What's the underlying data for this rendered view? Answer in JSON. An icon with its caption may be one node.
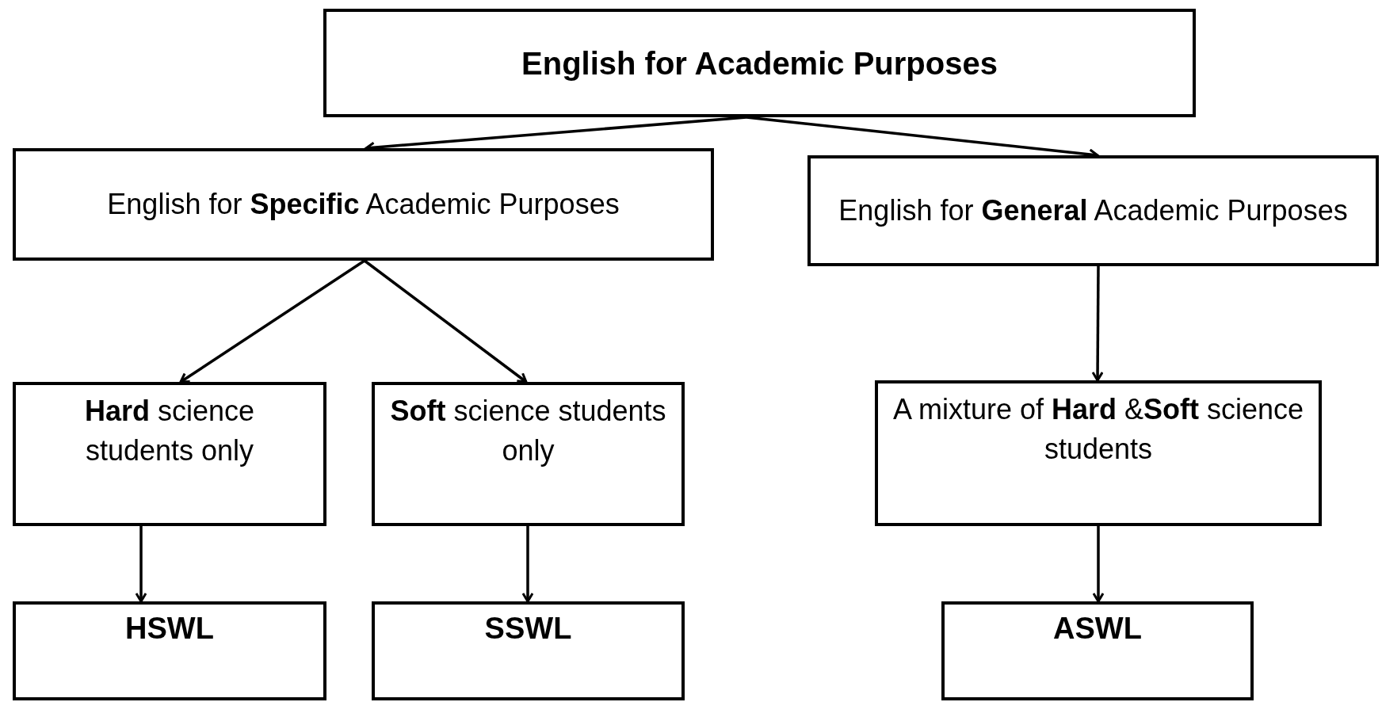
{
  "diagram": {
    "nodes": [
      {
        "text": [
          "English for Academic Purposes"
        ]
      },
      {
        "text": [
          "English for **Specific** Academic Purposes"
        ]
      },
      {
        "text": [
          "English for **General** Academic Purposes"
        ]
      },
      {
        "text": [
          "**Hard** science students only"
        ]
      },
      {
        "text": [
          "**Soft** science students only"
        ]
      },
      {
        "text": [
          "A mixture of **Hard** &**Soft** science students"
        ]
      },
      {
        "text": [
          "HSWL"
        ]
      },
      {
        "text": [
          "SSWL"
        ]
      },
      {
        "text": [
          "ASWL"
        ]
      }
    ],
    "edges": [
      {
        "from": 0,
        "to": 1,
        "arrow": "to"
      },
      {
        "from": 0,
        "to": 2,
        "arrow": "to"
      },
      {
        "from": 1,
        "to": 3,
        "arrow": "to"
      },
      {
        "from": 1,
        "to": 4,
        "arrow": "to"
      },
      {
        "from": 2,
        "to": 5,
        "arrow": "to"
      },
      {
        "from": 3,
        "to": 6,
        "arrow": "to"
      },
      {
        "from": 4,
        "to": 7,
        "arrow": "to"
      },
      {
        "from": 5,
        "to": 8,
        "arrow": "to"
      }
    ]
  }
}
